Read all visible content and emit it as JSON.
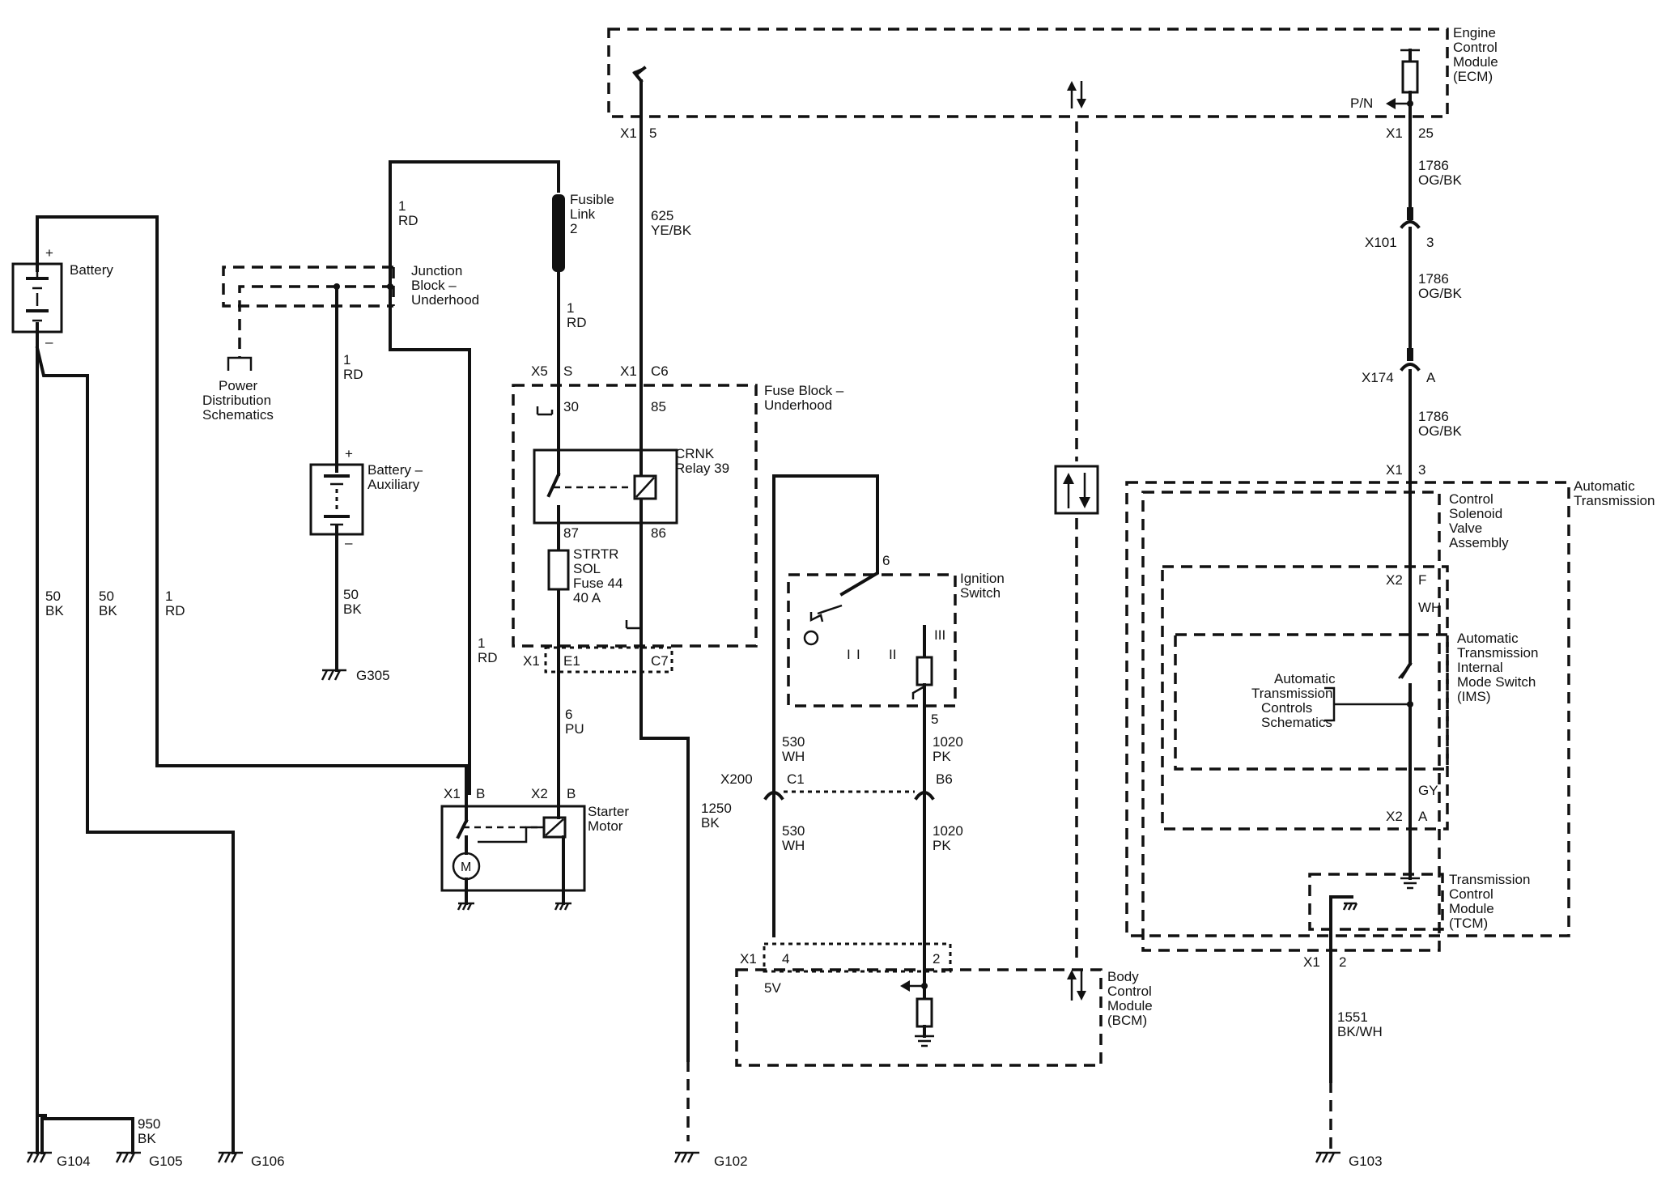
{
  "modules": {
    "ecm": [
      "Engine",
      "Control",
      "Module",
      "(ECM)"
    ],
    "bcm": [
      "Body",
      "Control",
      "Module",
      "(BCM)"
    ],
    "tcm": [
      "Transmission",
      "Control",
      "Module",
      "(TCM)"
    ],
    "auto_trans": [
      "Automatic",
      "Transmission"
    ],
    "csva": [
      "Control",
      "Solenoid",
      "Valve",
      "Assembly"
    ],
    "ims": [
      "Automatic",
      "Transmission",
      "Internal",
      "Mode Switch",
      "(IMS)"
    ],
    "atcs": [
      "Automatic",
      "Transmission",
      "Controls",
      "Schematics"
    ],
    "battery": "Battery",
    "battery_aux": [
      "Battery –",
      "Auxiliary"
    ],
    "junction_block": [
      "Junction",
      "Block –",
      "Underhood"
    ],
    "power_dist": [
      "Power",
      "Distribution",
      "Schematics"
    ],
    "fusible_link": [
      "Fusible",
      "Link",
      "2"
    ],
    "fuse_block": [
      "Fuse Block –",
      "Underhood"
    ],
    "crnk_relay": [
      "CRNK",
      "Relay 39"
    ],
    "fuse44": [
      "STRTR",
      "SOL",
      "Fuse 44",
      "40 A"
    ],
    "ignition_switch": [
      "Ignition",
      "Switch"
    ],
    "starter_motor": [
      "Starter",
      "Motor"
    ],
    "motor_symbol": "M",
    "pn_label": "P/N",
    "five_v": "5V"
  },
  "wires": {
    "w625": [
      "625",
      "YE/BK"
    ],
    "w1786a": [
      "1786",
      "OG/BK"
    ],
    "w1786b": [
      "1786",
      "OG/BK"
    ],
    "w1786c": [
      "1786",
      "OG/BK"
    ],
    "w1rd_top": [
      "1",
      "RD"
    ],
    "w1rd_link": [
      "1",
      "RD"
    ],
    "w1rd_aux": [
      "1",
      "RD"
    ],
    "w1rd_starter": [
      "1",
      "RD"
    ],
    "w1rd_long": [
      "1",
      "RD"
    ],
    "w50bk_a": [
      "50",
      "BK"
    ],
    "w50bk_b": [
      "50",
      "BK"
    ],
    "w50bk_aux": [
      "50",
      "BK"
    ],
    "w6pu": [
      "6",
      "PU"
    ],
    "w1250": [
      "1250",
      "BK"
    ],
    "w530a": [
      "530",
      "WH"
    ],
    "w530b": [
      "530",
      "WH"
    ],
    "w1020a": [
      "1020",
      "PK"
    ],
    "w1020b": [
      "1020",
      "PK"
    ],
    "w950": [
      "950",
      "BK"
    ],
    "w1551": [
      "1551",
      "BK/WH"
    ],
    "wh": "WH",
    "gy": "GY"
  },
  "connectors": {
    "ecm_x1_5": [
      "X1",
      "5"
    ],
    "ecm_x1_25": [
      "X1",
      "25"
    ],
    "x101": [
      "X101",
      "3"
    ],
    "x174": [
      "X174",
      "A"
    ],
    "at_x1_3": [
      "X1",
      "3"
    ],
    "x2_f": [
      "X2",
      "F"
    ],
    "x2_a": [
      "X2",
      "A"
    ],
    "tcm_x1_2": [
      "X1",
      "2"
    ],
    "fb_x5_s": [
      "X5",
      "S"
    ],
    "fb_x1_c6": [
      "X1",
      "C6"
    ],
    "relay_pins": [
      "30",
      "85",
      "87",
      "86"
    ],
    "fb_x1_e1": [
      "X1",
      "E1"
    ],
    "fb_c7": "C7",
    "starter_x1_b": [
      "X1",
      "B"
    ],
    "starter_x2_b": [
      "X2",
      "B"
    ],
    "x200": "X200",
    "x200_c1": "C1",
    "x200_b6": "B6",
    "bcm_x1": "X1",
    "bcm_pin4": "4",
    "bcm_pin2": "2",
    "ign_pin6": "6",
    "ign_pin5": "5",
    "ign_positions": [
      "I",
      "II",
      "III"
    ]
  },
  "grounds": [
    "G104",
    "G105",
    "G106",
    "G305",
    "G102",
    "G103"
  ],
  "battery_signs": [
    "+",
    "–"
  ]
}
